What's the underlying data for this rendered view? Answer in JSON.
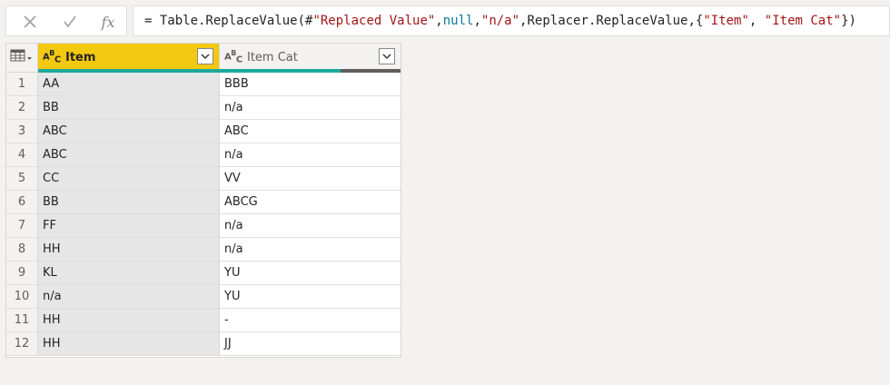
{
  "formula_bar": {
    "cancel_icon": "x-icon",
    "commit_icon": "check-icon",
    "fx_label": "fx",
    "tokens": [
      {
        "t": "= Table.ReplaceValue(#",
        "k": "op"
      },
      {
        "t": "\"Replaced Value\"",
        "k": "str"
      },
      {
        "t": ",",
        "k": "plain"
      },
      {
        "t": "null",
        "k": "kw"
      },
      {
        "t": ",",
        "k": "plain"
      },
      {
        "t": "\"n/a\"",
        "k": "str"
      },
      {
        "t": ",Replacer.ReplaceValue,{",
        "k": "plain"
      },
      {
        "t": "\"Item\"",
        "k": "str"
      },
      {
        "t": ", ",
        "k": "plain"
      },
      {
        "t": "\"Item Cat\"",
        "k": "str"
      },
      {
        "t": "})",
        "k": "plain"
      }
    ]
  },
  "table": {
    "columns": [
      {
        "name": "Item",
        "type_icon": "abc-text-type-icon",
        "selected": true
      },
      {
        "name": "Item Cat",
        "type_icon": "abc-text-type-icon",
        "selected": false
      }
    ],
    "column_quality": {
      "Item": {
        "valid": 1.0
      },
      "Item Cat": {
        "valid": 0.667,
        "empty": 0.333
      }
    },
    "rows": [
      {
        "n": "1",
        "item": "AA",
        "cat": "BBB"
      },
      {
        "n": "2",
        "item": "BB",
        "cat": "n/a"
      },
      {
        "n": "3",
        "item": "ABC",
        "cat": "ABC"
      },
      {
        "n": "4",
        "item": "ABC",
        "cat": "n/a"
      },
      {
        "n": "5",
        "item": "CC",
        "cat": "VV"
      },
      {
        "n": "6",
        "item": "BB",
        "cat": "ABCG"
      },
      {
        "n": "7",
        "item": "FF",
        "cat": "n/a"
      },
      {
        "n": "8",
        "item": "HH",
        "cat": "n/a"
      },
      {
        "n": "9",
        "item": "KL",
        "cat": "YU"
      },
      {
        "n": "10",
        "item": "n/a",
        "cat": "YU"
      },
      {
        "n": "11",
        "item": "HH",
        "cat": "-"
      },
      {
        "n": "12",
        "item": "HH",
        "cat": "JJ"
      }
    ]
  },
  "colors": {
    "accent_selected_header": "#f2c811",
    "quality_valid": "#1ba99b",
    "quality_empty": "#605e5c"
  }
}
